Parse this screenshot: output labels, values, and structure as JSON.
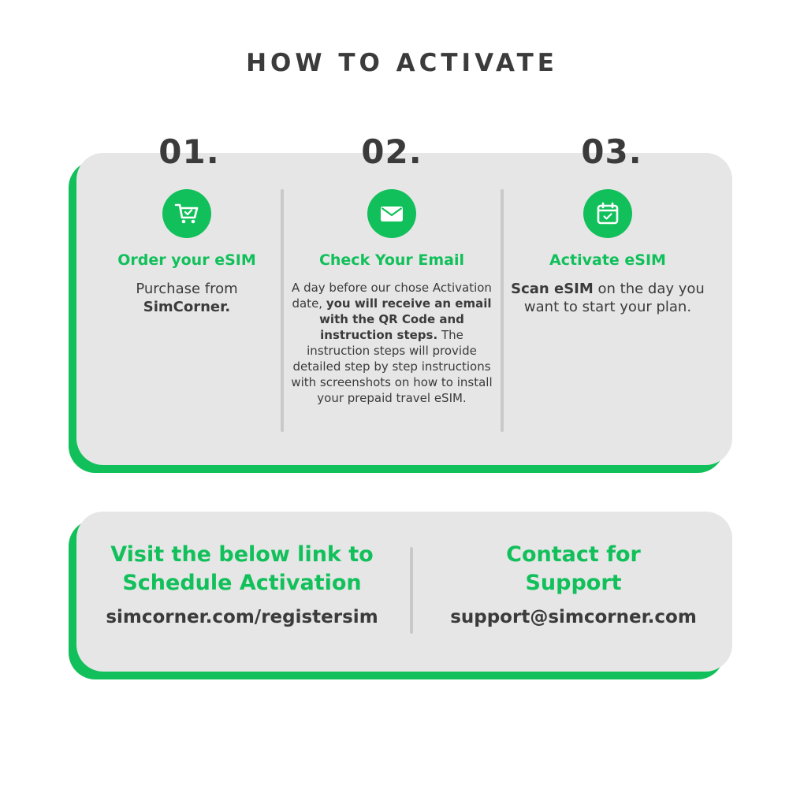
{
  "title": "HOW TO ACTIVATE",
  "colors": {
    "accent": "#11c05a",
    "card": "#e6e6e6",
    "text": "#3b3b3b"
  },
  "steps": [
    {
      "number": "01.",
      "icon": "shopping-cart-check-icon",
      "title": "Order your eSIM",
      "text_1": "Purchase from",
      "text_bold": "SimCorner."
    },
    {
      "number": "02.",
      "icon": "envelope-icon",
      "title": "Check Your Email",
      "text_1": "A day before our chose Activation date,",
      "text_bold": "you will receive an email with the QR Code and instruction steps.",
      "text_2": "The instruction steps will provide detailed step by step instructions with screenshots on how to install your prepaid travel eSIM."
    },
    {
      "number": "03.",
      "icon": "calendar-check-icon",
      "title": "Activate eSIM",
      "text_bold": "Scan eSIM",
      "text_2": "on the day you want to start your plan."
    }
  ],
  "links": {
    "schedule_title_line1": "Visit the below link to",
    "schedule_title_line2": "Schedule Activation",
    "schedule_url": "simcorner.com/registersim",
    "support_title_line1": "Contact for",
    "support_title_line2": "Support",
    "support_email": "support@simcorner.com"
  }
}
